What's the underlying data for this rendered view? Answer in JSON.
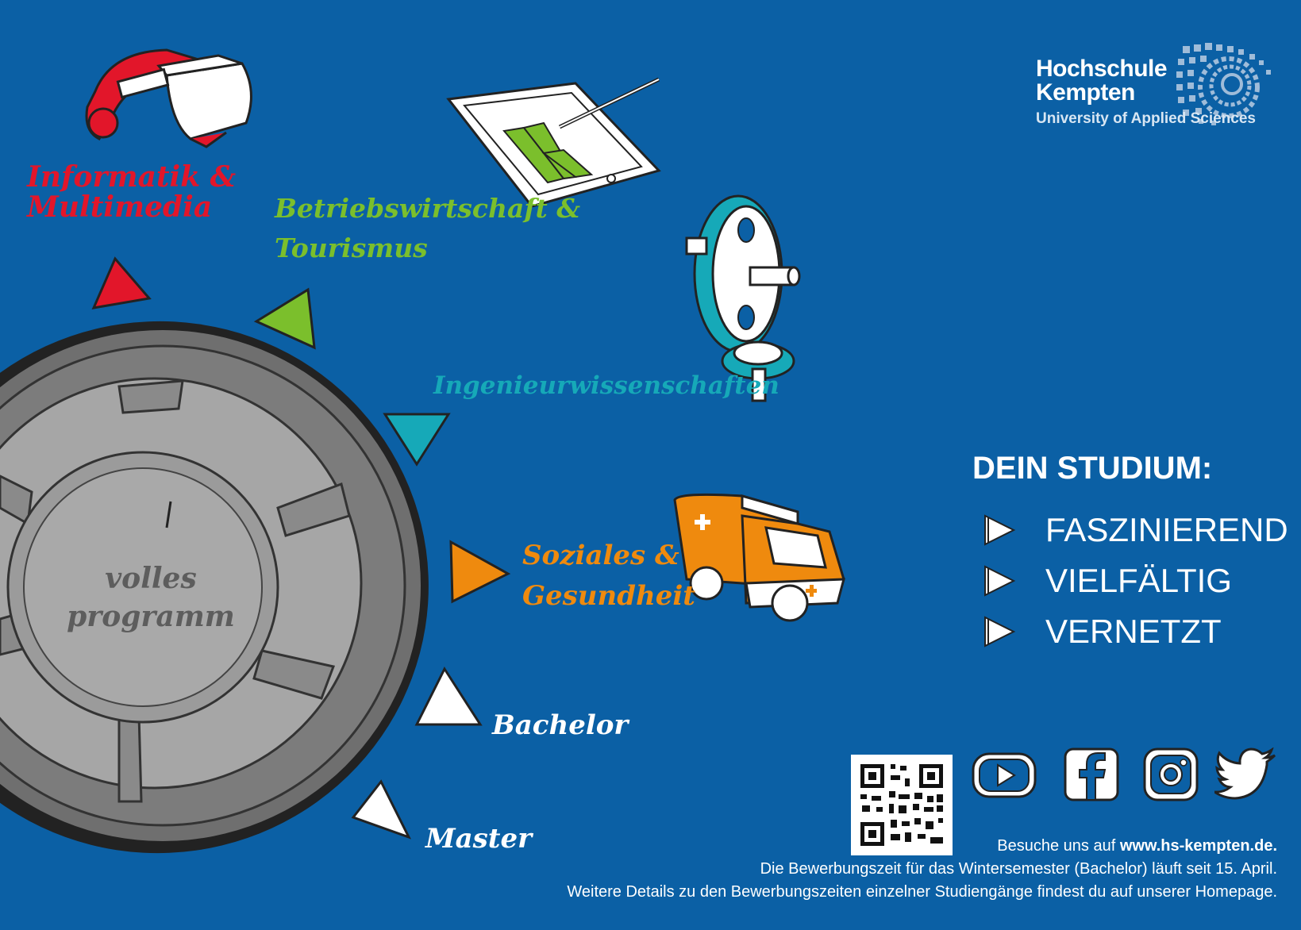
{
  "logo": {
    "name_line1": "Hochschule",
    "name_line2": "Kempten",
    "subtitle": "University of Applied Sciences"
  },
  "categories": {
    "informatik": {
      "line1": "Informatik &",
      "line2": "Multimedia",
      "color": "#e2162a"
    },
    "bwl": {
      "line1": "Betriebswirtschaft &",
      "line2": "Tourismus",
      "color": "#7bbf2c"
    },
    "ingenieur": {
      "line1": "Ingenieurwissenschaften",
      "color": "#16a9b8"
    },
    "soziales": {
      "line1": "Soziales &",
      "line2": "Gesundheit",
      "color": "#ef8a0e"
    },
    "bachelor": {
      "line1": "Bachelor",
      "color": "#ffffff"
    },
    "master": {
      "line1": "Master",
      "color": "#ffffff"
    }
  },
  "dial": {
    "line1": "volles",
    "line2": "programm"
  },
  "headline": "DEIN STUDIUM:",
  "features": [
    "FASZINIEREND",
    "VIELFÄLTIG",
    "VERNETZT"
  ],
  "social": [
    "youtube-icon",
    "facebook-icon",
    "instagram-icon",
    "twitter-icon"
  ],
  "footer": {
    "visit_prefix": "Besuche uns auf ",
    "visit_url": "www.hs-kempten.de.",
    "line2": "Die Bewerbungszeit für das Wintersemester (Bachelor) läuft seit 15. April.",
    "line3": "Weitere Details zu den Bewerbungszeiten einzelner Studiengänge findest du auf unserer Homepage."
  }
}
